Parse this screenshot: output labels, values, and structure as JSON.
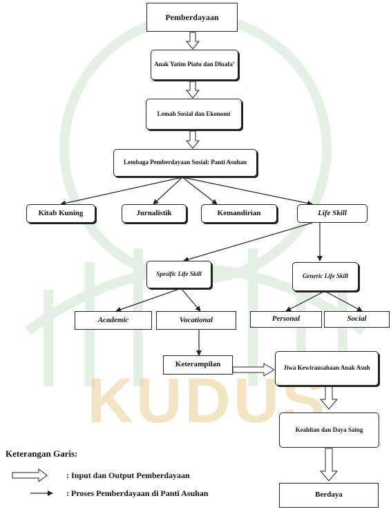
{
  "nodes": {
    "pemberdayaan": "Pemberdayaan",
    "anak_yatim": "Anak Yatim Piatu dan Dluafa’",
    "lemah_sosial": "Lemah Sosial dan Ekonomi",
    "lembaga": "Lembaga Pemberdayaan Sosial: Panti Asuhan",
    "kitab_kuning": "Kitab Kuning",
    "jurnalistik": "Jurnalistik",
    "kemandirian": "Kemandirian",
    "life_skill": "Life Skill",
    "spesific_life_skill": "Spesific Life Skill",
    "generic_life_skill": "Generic Life Skill",
    "academic": "Academic",
    "vocational": "Vocational",
    "personal": "Personal",
    "social": "Social",
    "keterampilan": "Keterampilan",
    "jiwa_kewirausahaan": "Jiwa Kewirausahaan Anak Asuh",
    "keahlian": "Keahlian dan Daya Saing",
    "berdaya": "Berdaya"
  },
  "legend": {
    "title": "Keterangan Garis:",
    "input_output": ": Input dan Output Pemberdayaan",
    "proses": ": Proses Pemberdayaan di Panti Asuhan"
  },
  "watermark": {
    "text": "KUDUS",
    "color": "#e6c77e",
    "green": "#cfe5cf"
  },
  "colors": {
    "line": "#222222"
  }
}
